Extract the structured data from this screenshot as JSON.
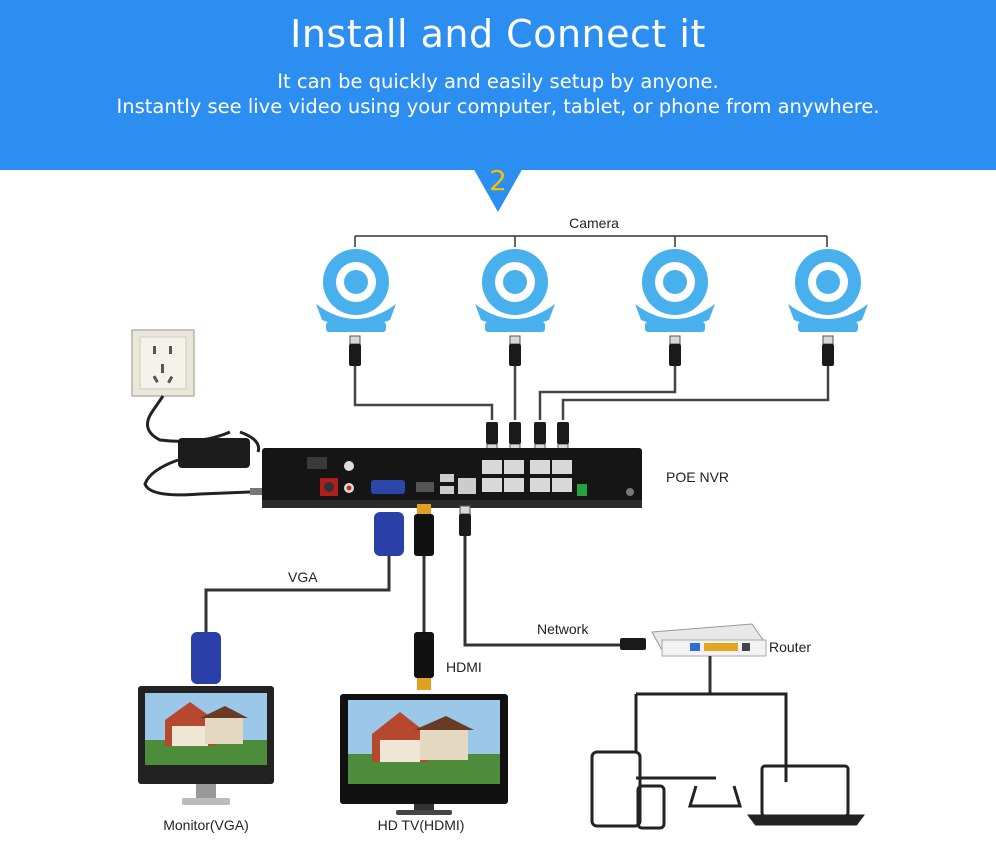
{
  "header": {
    "title": "Install and Connect it",
    "subtitle_line1": "It can be quickly and easily setup by anyone.",
    "subtitle_line2": "Instantly see live video using your computer, tablet, or phone from anywhere."
  },
  "step": {
    "number": "2"
  },
  "labels": {
    "camera": "Camera",
    "nvr": "POE NVR",
    "vga": "VGA",
    "hdmi": "HDMI",
    "network": "Network",
    "router": "Router",
    "monitor": "Monitor(VGA)",
    "hdtv": "HD TV(HDMI)"
  },
  "colors": {
    "banner": "#2b8ef0",
    "camera": "#49b0ee",
    "step_number": "#f2c200",
    "vga_connector": "#2a3fa8",
    "hdmi_connector": "#e0a020"
  }
}
